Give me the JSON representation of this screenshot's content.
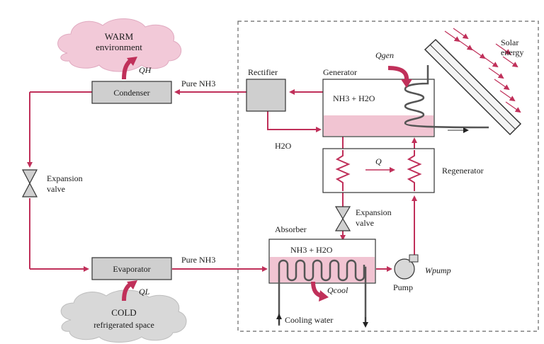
{
  "colors": {
    "pipe": "#c0305a",
    "box_fill": "#cfcfcf",
    "tank_liquid": "#f1c4d2",
    "cloud_warm": "#f2c9d8",
    "cloud_cold": "#d8d8d8",
    "arrow_heat": "#c0305a"
  },
  "clouds": {
    "warm_line1": "WARM",
    "warm_line2": "environment",
    "cold_line1": "COLD",
    "cold_line2": "refrigerated space"
  },
  "components": {
    "condenser": "Condenser",
    "evaporator": "Evaporator",
    "rectifier": "Rectifier",
    "generator": "Generator",
    "generator_content": "NH3 + H2O",
    "absorber": "Absorber",
    "absorber_content": "NH3 + H2O",
    "regenerator": "Regenerator",
    "pump": "Pump"
  },
  "labels": {
    "qh": "QH",
    "ql": "QL",
    "qgen": "Qgen",
    "qcool": "Qcool",
    "q_regen": "Q",
    "wpump": "Wpump",
    "pure_nh3_top": "Pure NH3",
    "pure_nh3_bottom": "Pure NH3",
    "h2o": "H2O",
    "expansion_valve_left_1": "Expansion",
    "expansion_valve_left_2": "valve",
    "expansion_valve_right_1": "Expansion",
    "expansion_valve_right_2": "valve",
    "solar_1": "Solar",
    "solar_2": "energy",
    "cooling_water": "Cooling water"
  }
}
